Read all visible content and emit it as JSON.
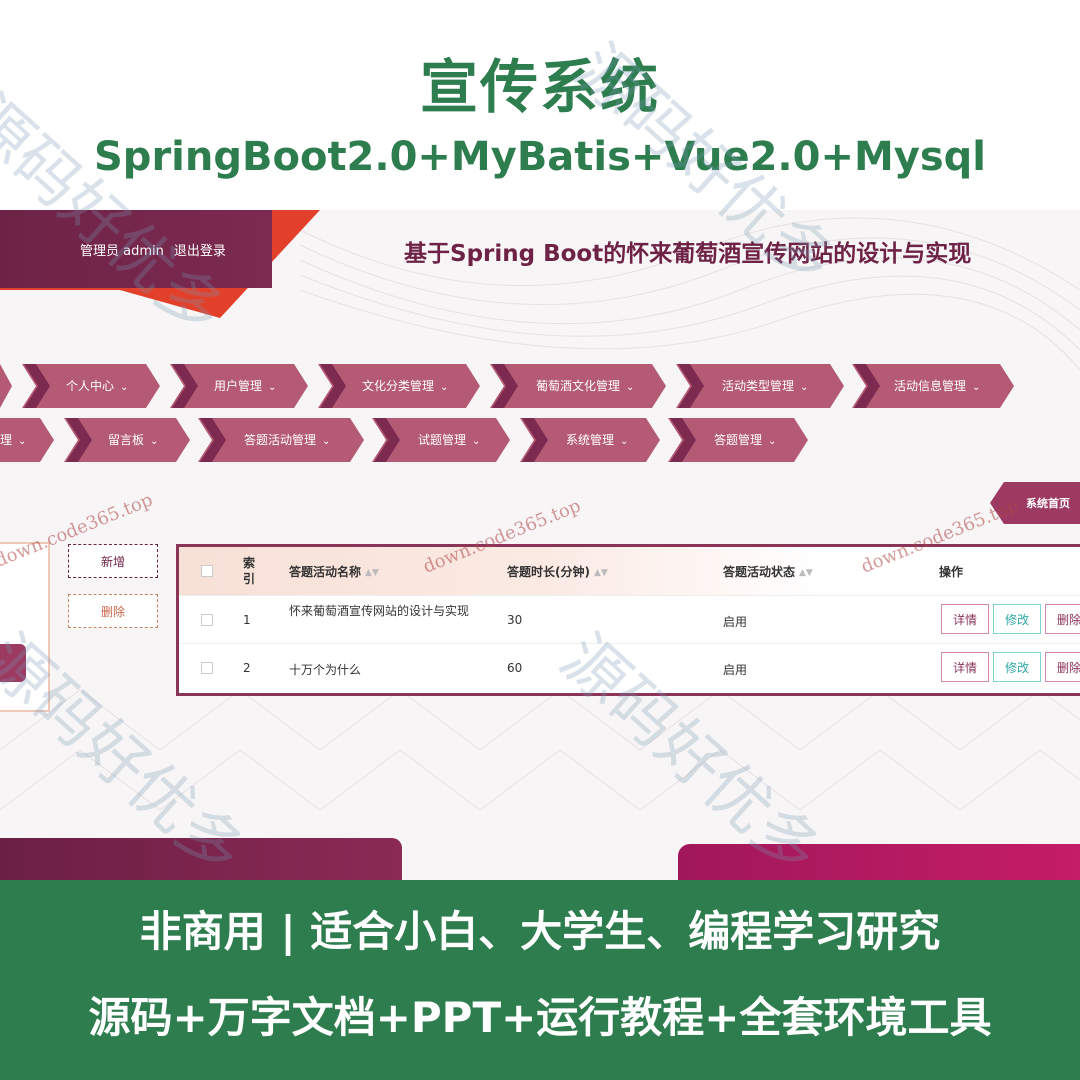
{
  "banner": {
    "title": "宣传系统",
    "subtitle": "SpringBoot2.0+MyBatis+Vue2.0+Mysql",
    "bottom_line1": "非商用 | 适合小白、大学生、编程学习研究",
    "bottom_line2": "源码+万字文档+PPT+运行教程+全套环境工具"
  },
  "header": {
    "user_label": "管理员 admin",
    "logout_label": "退出登录",
    "site_title": "基于Spring Boot的怀来葡萄酒宣传网站的设计与实现"
  },
  "nav": {
    "row1": [
      "个人中心",
      "用户管理",
      "文化分类管理",
      "葡萄酒文化管理",
      "活动类型管理",
      "活动信息管理"
    ],
    "row2": [
      "理",
      "留言板",
      "答题活动管理",
      "试题管理",
      "系统管理",
      "答题管理"
    ]
  },
  "home_tab": "系统首页",
  "actions": {
    "add_label": "新增",
    "delete_label": "删除"
  },
  "table": {
    "headers": {
      "index": "索引",
      "name": "答题活动名称",
      "duration": "答题时长(分钟)",
      "status": "答题活动状态",
      "ops": "操作"
    },
    "rows": [
      {
        "index": "1",
        "name": "怀来葡萄酒宣传网站的设计与实现",
        "duration": "30",
        "status": "启用"
      },
      {
        "index": "2",
        "name": "十万个为什么",
        "duration": "60",
        "status": "启用"
      }
    ],
    "row_buttons": {
      "detail": "详情",
      "edit": "修改",
      "remove": "删除"
    }
  },
  "watermark": {
    "text": "源码好优多",
    "url": "down.code365.top"
  },
  "colors": {
    "green": "#2e7d4f",
    "maroon": "#6e2346",
    "nav_pink": "#b55a74",
    "red": "#e2402a"
  }
}
